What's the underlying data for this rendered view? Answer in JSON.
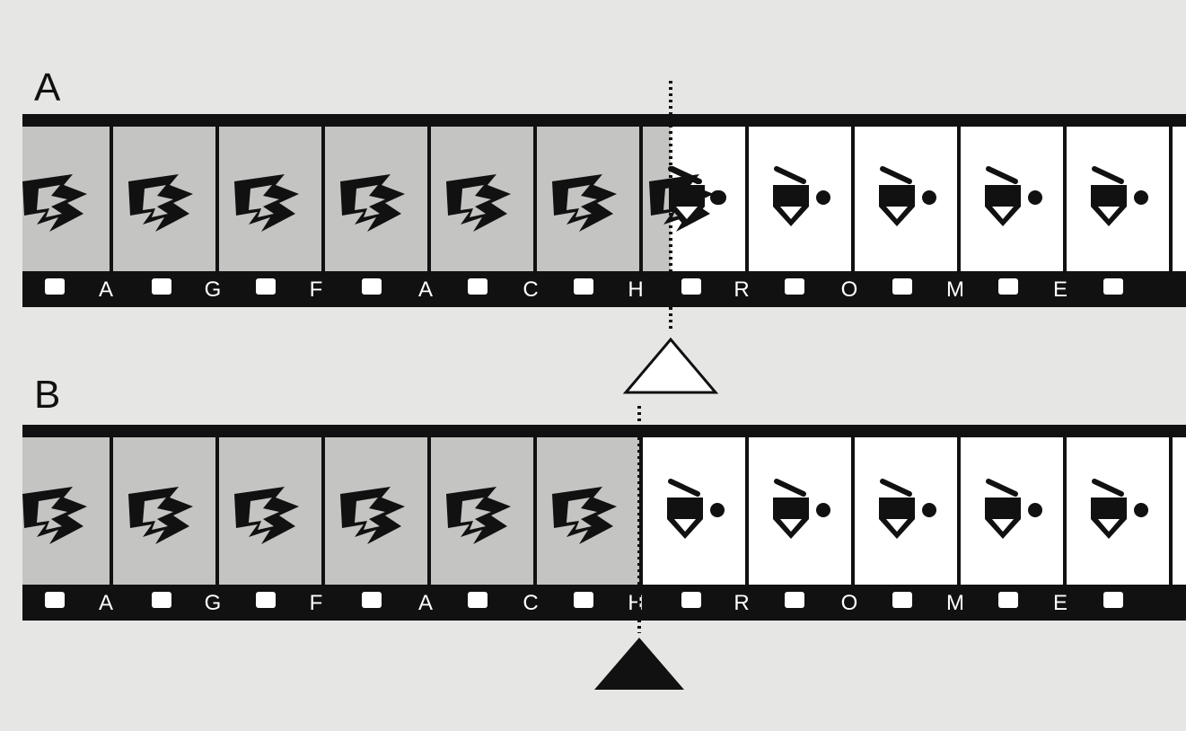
{
  "strips": [
    {
      "label": "A",
      "marker": "outline-triangle",
      "edge_letters": [
        "A",
        "G",
        "F",
        "A",
        "C",
        "H",
        "R",
        "O",
        "M",
        "E"
      ],
      "frames_before_cut": 6,
      "frames_after_cut": 5,
      "cut_within_frame": true
    },
    {
      "label": "B",
      "marker": "filled-triangle",
      "edge_letters": [
        "A",
        "G",
        "F",
        "A",
        "C",
        "H",
        "R",
        "O",
        "M",
        "E"
      ],
      "frames_before_cut": 6,
      "frames_after_cut": 5,
      "cut_within_frame": false
    }
  ],
  "icons": {
    "exposed_frame": "wing-logo-icon",
    "unexposed_frame": "lens-cap-icon"
  },
  "colors": {
    "background": "#e6e6e4",
    "film_border": "#111111",
    "exposed_frame": "#c4c4c2",
    "unexposed_frame": "#ffffff",
    "marker": "#111111"
  }
}
